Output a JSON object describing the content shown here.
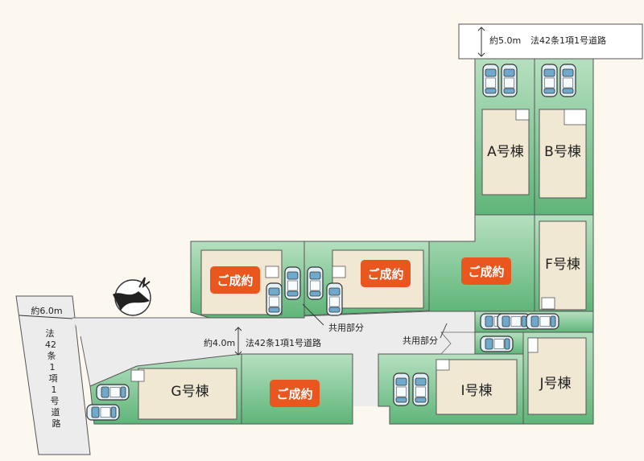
{
  "roads": {
    "top_width": "約5.0m",
    "top_name": "法42条1項1号道路",
    "left_width": "約6.0m",
    "left_name_chars": [
      "法",
      "42",
      "条",
      "1",
      "項",
      "1",
      "号",
      "道",
      "路"
    ],
    "mid_width": "約4.0m",
    "mid_name": "法42条1項1号道路"
  },
  "shared_label": "共用部分",
  "lots": {
    "a": "A号棟",
    "b": "B号棟",
    "f": "F号棟",
    "g": "G号棟",
    "i": "I号棟",
    "j": "J号棟"
  },
  "sold_label": "ご成約",
  "colors": {
    "lot_green": "#74c28a",
    "building": "#f1e8d3",
    "road": "#ececec",
    "sold_badge": "#e9571f"
  },
  "compass": "north-arrow-icon"
}
